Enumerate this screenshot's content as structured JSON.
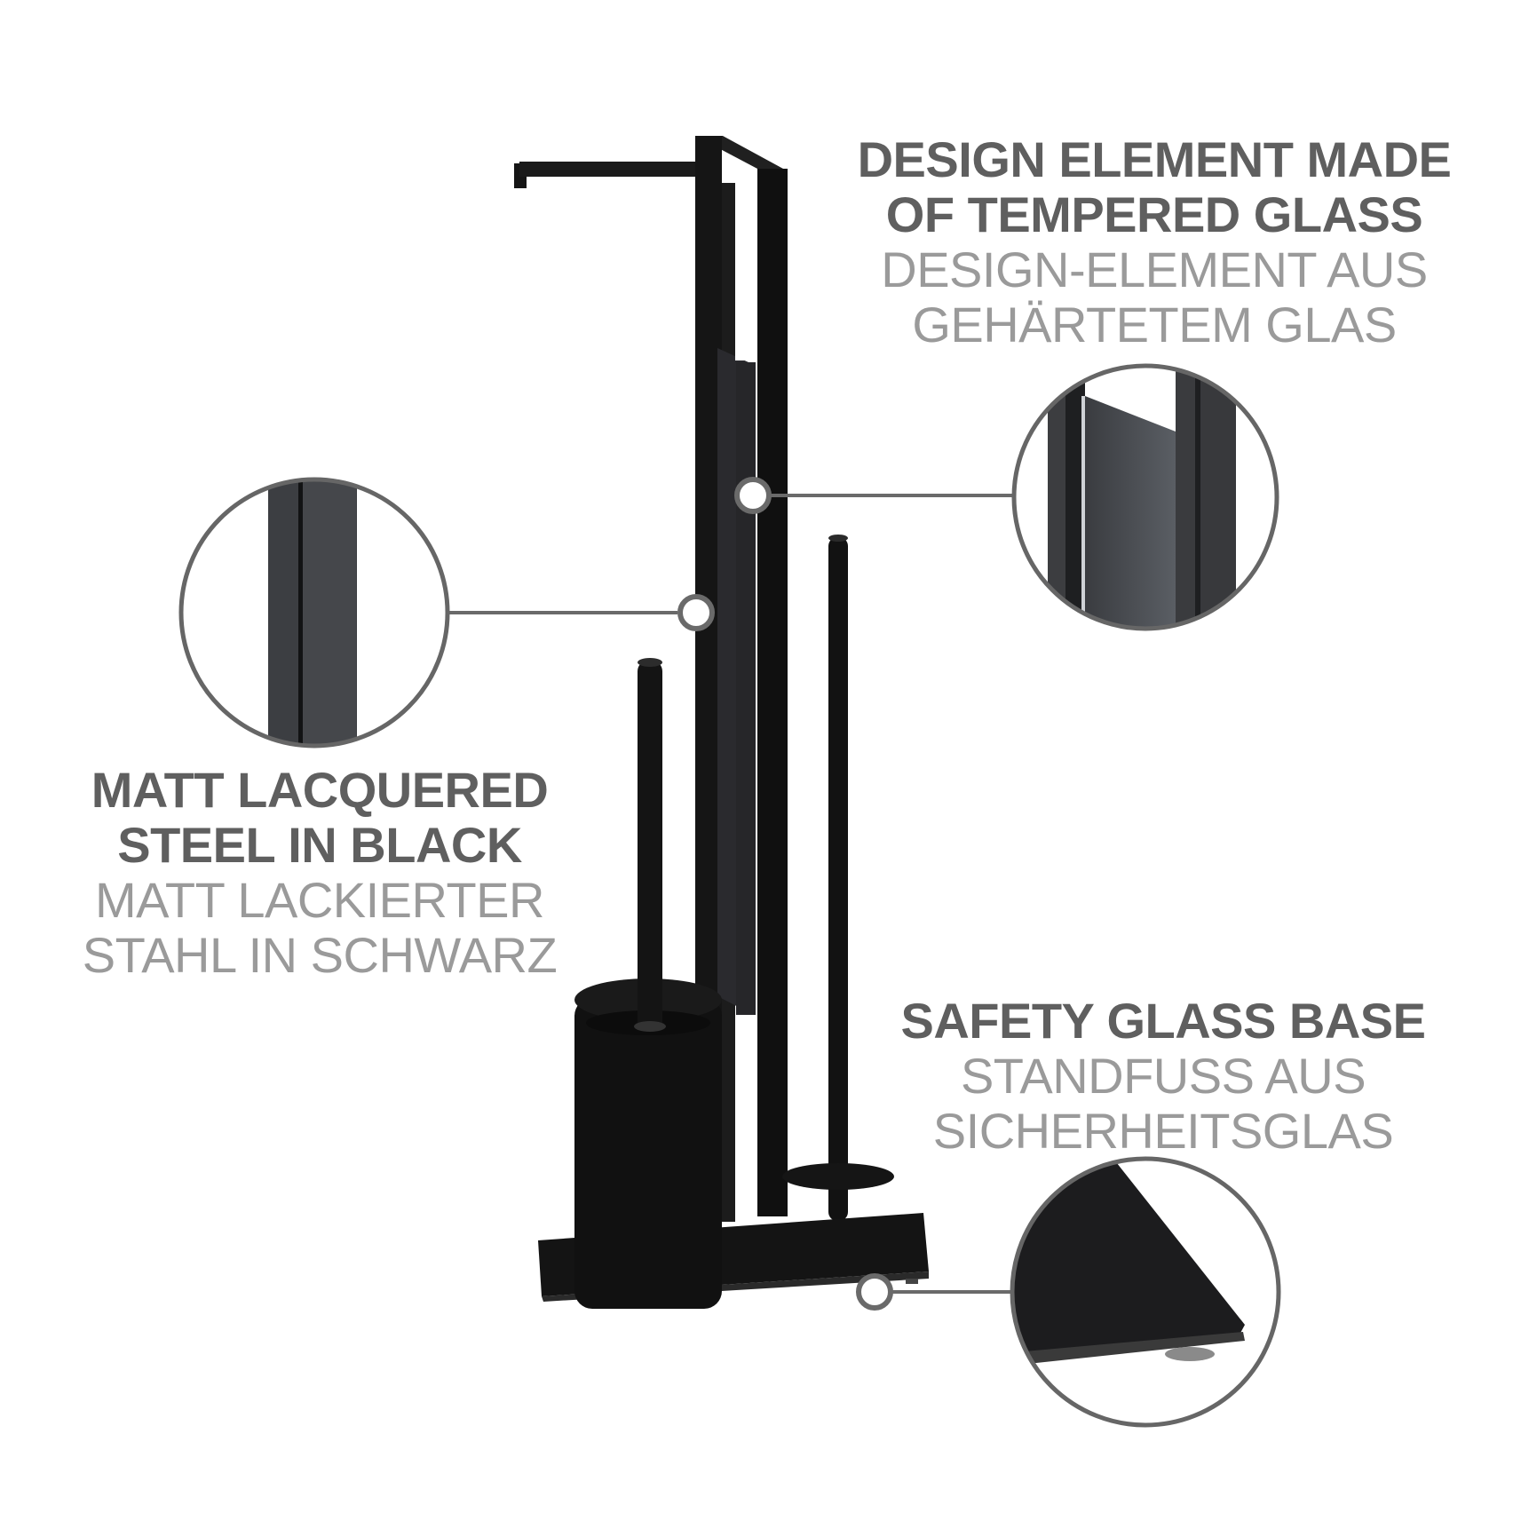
{
  "callouts": [
    {
      "id": "tempered-glass",
      "title_en": [
        "DESIGN ELEMENT MADE",
        "OF TEMPERED GLASS"
      ],
      "title_de": [
        "DESIGN-ELEMENT AUS",
        "GEHÄRTETEM GLAS"
      ]
    },
    {
      "id": "matt-steel",
      "title_en": [
        "MATT LACQUERED",
        "STEEL IN BLACK"
      ],
      "title_de": [
        "MATT LACKIERTER",
        "STAHL IN SCHWARZ"
      ]
    },
    {
      "id": "safety-glass-base",
      "title_en": [
        "SAFETY GLASS BASE"
      ],
      "title_de": [
        "STANDFUSS AUS",
        "SICHERHEITSGLAS"
      ]
    }
  ],
  "colors": {
    "background": "#ffffff",
    "heading": "#5f5f5f",
    "subheading": "#9a9a9a",
    "callout_line": "#6a6a6a",
    "product": "#111111"
  }
}
